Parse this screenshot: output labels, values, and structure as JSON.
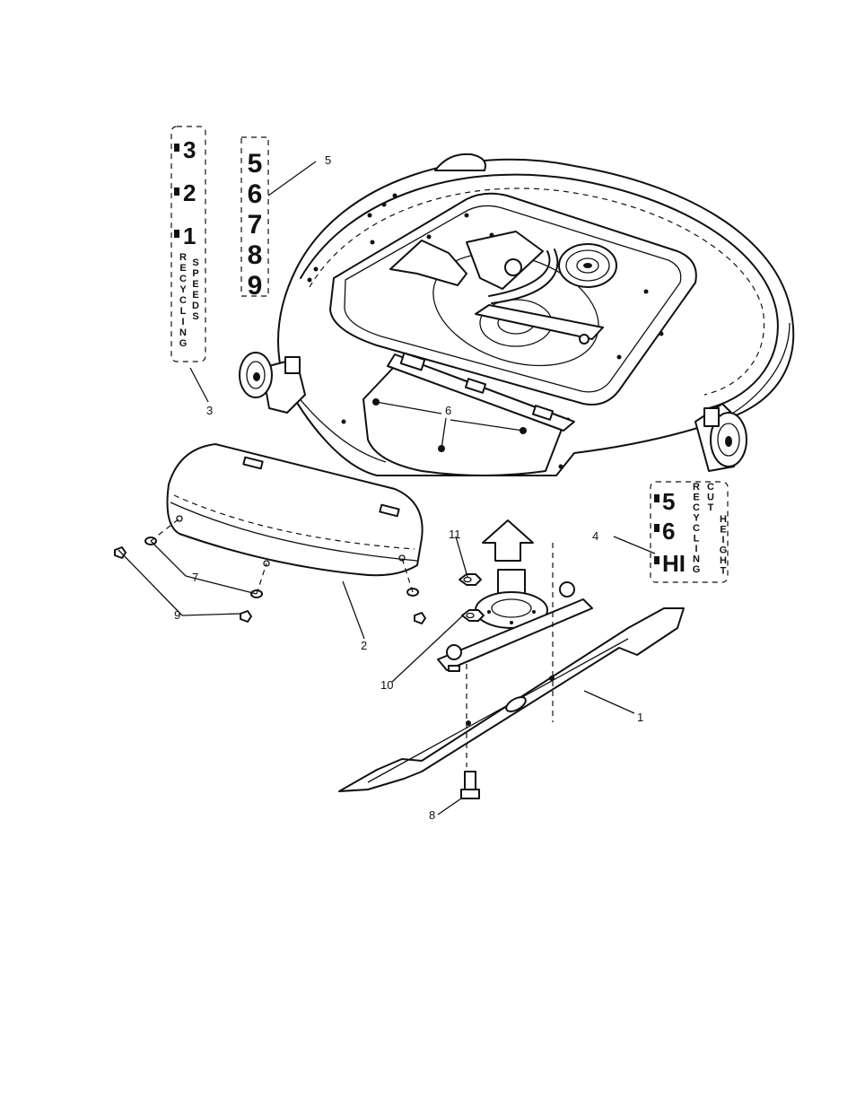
{
  "callouts": {
    "c1": "1",
    "c2": "2",
    "c3": "3",
    "c4": "4",
    "c5": "5",
    "c6": "6",
    "c7": "7",
    "c8": "8",
    "c9": "9",
    "c10": "10",
    "c11": "11"
  },
  "decal3": {
    "n3": "3",
    "n2": "2",
    "n1": "1",
    "word1": [
      "R",
      "E",
      "C",
      "Y",
      "C",
      "L",
      "I",
      "N",
      "G"
    ],
    "word2": [
      "S",
      "P",
      "E",
      "E",
      "D",
      "S"
    ]
  },
  "decal5": {
    "digits": [
      "5",
      "6",
      "7",
      "8",
      "9"
    ]
  },
  "decal4": {
    "n5": "5",
    "n6": "6",
    "hi": "HI",
    "word1": [
      "R",
      "E",
      "C",
      "Y",
      "C",
      "L",
      "I",
      "N",
      "G"
    ],
    "word2": [
      "C",
      "U",
      "T"
    ],
    "word3": [
      "H",
      "E",
      "I",
      "G",
      "H",
      "T"
    ]
  }
}
